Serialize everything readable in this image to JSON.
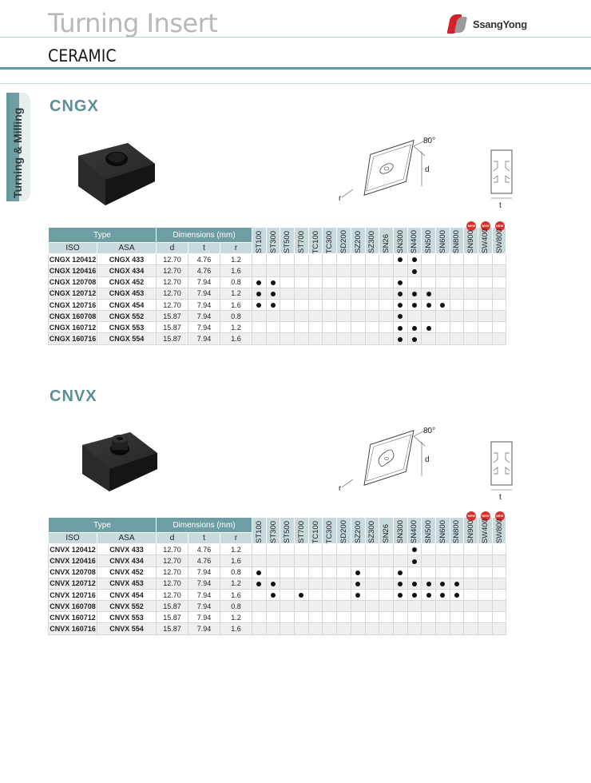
{
  "header": {
    "title": "Turning Insert",
    "brand": "SsangYong",
    "category": "CERAMIC"
  },
  "side_tab": {
    "label": "Turning & Milling"
  },
  "grades": [
    "ST100",
    "ST300",
    "ST500",
    "ST700",
    "TC100",
    "TC300",
    "SD200",
    "SZ200",
    "SZ300",
    "SN26",
    "SN300",
    "SN400",
    "SN500",
    "SN600",
    "SN800",
    "SN900",
    "SW400",
    "SW800"
  ],
  "new_grades": [
    "SN900",
    "SW400",
    "SW800"
  ],
  "new_badge_text": "NEW",
  "table_headers": {
    "type": "Type",
    "dimensions": "Dimensions (mm)",
    "iso": "ISO",
    "asa": "ASA",
    "d": "d",
    "t": "t",
    "r": "r"
  },
  "diagram_labels": {
    "angle": "80°",
    "d": "d",
    "r": "r",
    "t": "t"
  },
  "sections": [
    {
      "title": "CNGX",
      "rows": [
        {
          "iso": "CNGX 120412",
          "asa": "CNGX 433",
          "d": "12.70",
          "t": "4.76",
          "r": "1.2",
          "grades": [
            "SN300",
            "SN400"
          ]
        },
        {
          "iso": "CNGX 120416",
          "asa": "CNGX 434",
          "d": "12.70",
          "t": "4.76",
          "r": "1.6",
          "grades": [
            "SN400"
          ]
        },
        {
          "iso": "CNGX 120708",
          "asa": "CNGX 452",
          "d": "12.70",
          "t": "7.94",
          "r": "0.8",
          "grades": [
            "ST100",
            "ST300",
            "SN300"
          ]
        },
        {
          "iso": "CNGX 120712",
          "asa": "CNGX 453",
          "d": "12.70",
          "t": "7.94",
          "r": "1.2",
          "grades": [
            "ST100",
            "ST300",
            "SN300",
            "SN400",
            "SN500"
          ]
        },
        {
          "iso": "CNGX 120716",
          "asa": "CNGX 454",
          "d": "12.70",
          "t": "7.94",
          "r": "1.6",
          "grades": [
            "ST100",
            "ST300",
            "SN300",
            "SN400",
            "SN500",
            "SN600"
          ]
        },
        {
          "iso": "CNGX 160708",
          "asa": "CNGX 552",
          "d": "15.87",
          "t": "7.94",
          "r": "0.8",
          "grades": [
            "SN300"
          ]
        },
        {
          "iso": "CNGX 160712",
          "asa": "CNGX 553",
          "d": "15.87",
          "t": "7.94",
          "r": "1.2",
          "grades": [
            "SN300",
            "SN400",
            "SN500"
          ]
        },
        {
          "iso": "CNGX 160716",
          "asa": "CNGX 554",
          "d": "15.87",
          "t": "7.94",
          "r": "1.6",
          "grades": [
            "SN300",
            "SN400"
          ]
        }
      ]
    },
    {
      "title": "CNVX",
      "rows": [
        {
          "iso": "CNVX 120412",
          "asa": "CNVX 433",
          "d": "12.70",
          "t": "4.76",
          "r": "1.2",
          "grades": [
            "SN400"
          ]
        },
        {
          "iso": "CNVX 120416",
          "asa": "CNVX 434",
          "d": "12.70",
          "t": "4.76",
          "r": "1.6",
          "grades": [
            "SN400"
          ]
        },
        {
          "iso": "CNVX 120708",
          "asa": "CNVX 452",
          "d": "12.70",
          "t": "7.94",
          "r": "0.8",
          "grades": [
            "ST100",
            "SZ200",
            "SN300"
          ]
        },
        {
          "iso": "CNVX 120712",
          "asa": "CNVX 453",
          "d": "12.70",
          "t": "7.94",
          "r": "1.2",
          "grades": [
            "ST100",
            "ST300",
            "SZ200",
            "SN300",
            "SN400",
            "SN500",
            "SN600",
            "SN800"
          ]
        },
        {
          "iso": "CNVX 120716",
          "asa": "CNVX 454",
          "d": "12.70",
          "t": "7.94",
          "r": "1.6",
          "grades": [
            "ST300",
            "ST700",
            "SZ200",
            "SN300",
            "SN400",
            "SN500",
            "SN600",
            "SN800"
          ]
        },
        {
          "iso": "CNVX 160708",
          "asa": "CNVX 552",
          "d": "15.87",
          "t": "7.94",
          "r": "0.8",
          "grades": []
        },
        {
          "iso": "CNVX 160712",
          "asa": "CNVX 553",
          "d": "15.87",
          "t": "7.94",
          "r": "1.2",
          "grades": []
        },
        {
          "iso": "CNVX 160716",
          "asa": "CNVX 554",
          "d": "15.87",
          "t": "7.94",
          "r": "1.6",
          "grades": []
        }
      ]
    }
  ]
}
